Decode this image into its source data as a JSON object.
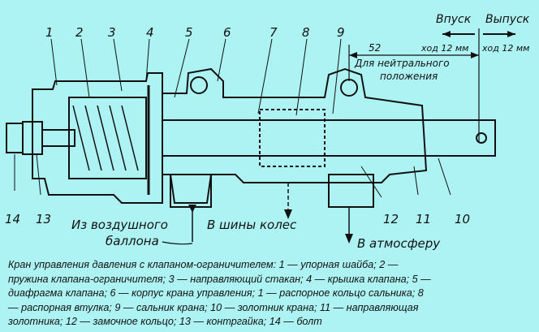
{
  "diagram": {
    "part_numbers": [
      "1",
      "2",
      "3",
      "4",
      "5",
      "6",
      "7",
      "8",
      "9",
      "14",
      "13",
      "12",
      "11",
      "10"
    ],
    "top_labels": {
      "inlet": "Впуск",
      "outlet": "Выпуск",
      "dimension": "52",
      "stroke_in": "ход 12 мм",
      "stroke_out": "ход 12 мм",
      "neutral_1": "Для нейтрального",
      "neutral_2": "положения"
    },
    "flow_labels": {
      "from_tank_1": "Из воздушного",
      "from_tank_2": "баллона",
      "to_tires": "В шины колес",
      "to_atmosphere": "В атмосферу"
    }
  },
  "caption": {
    "lines": [
      "Кран управления давления с клапаном-ограничителем: 1 — упорная шайба; 2 —",
      "пружина клапана-ограничителя; 3 — направляющий стакан; 4 — крышка клапана; 5 —",
      "диафрагма клапана; 6 — корпус крана управления; 1 — распорное кольцо сальника; 8",
      "— распорная втулка; 9 — сальник крана; 10 — золотник крана; 11 — направляющая",
      "золотника; 12 — замочное кольцо; 13 — контргайка; 14 — болт"
    ]
  }
}
